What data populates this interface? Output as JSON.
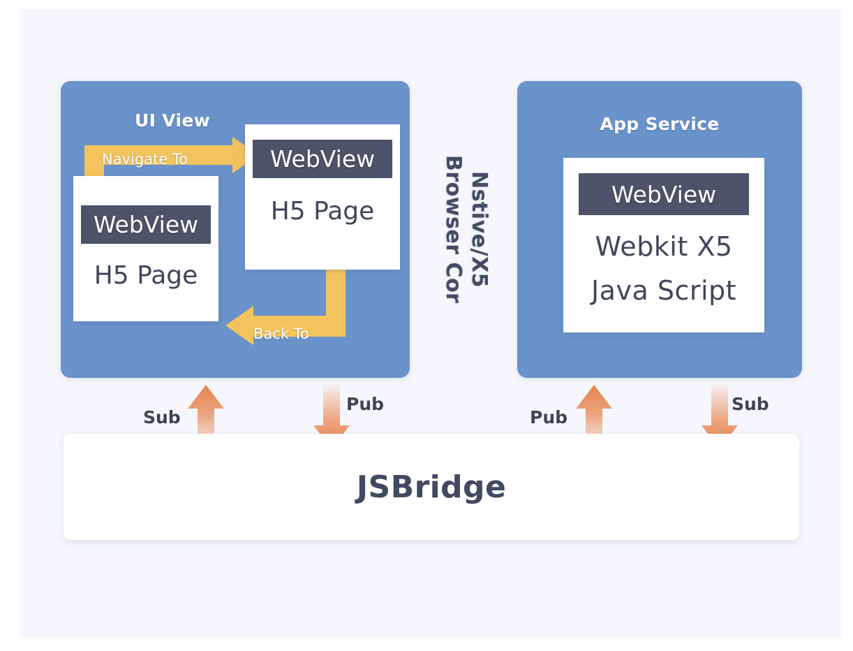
{
  "canvas": {
    "background": "#f6f7fc"
  },
  "colors": {
    "panel_blue": "#6a93cb",
    "webview_dark": "#4d5368",
    "arrow_yellow": "#f3c35e",
    "arrow_orange": "#e8834d",
    "text_slate": "#3f4659",
    "card_white": "#ffffff"
  },
  "ui_view_panel": {
    "title": "UI View",
    "navigate_label": "Navigate To",
    "back_label": "Back To",
    "card_left": {
      "webview_label": "WebView",
      "page_label": "H5 Page"
    },
    "card_right": {
      "webview_label": "WebView",
      "page_label": "H5 Page"
    }
  },
  "core_label": {
    "line_left": "Browser Cor",
    "line_right": "Nstive/X5"
  },
  "app_service_panel": {
    "title": "App Service",
    "card": {
      "webview_label": "WebView",
      "line_1": "Webkit  X5",
      "line_2": "Java Script"
    }
  },
  "bridge": {
    "label": "JSBridge"
  },
  "channels": [
    {
      "name": "sub-left",
      "label": "Sub",
      "direction": "up"
    },
    {
      "name": "pub-left",
      "label": "Pub",
      "direction": "down"
    },
    {
      "name": "pub-right",
      "label": "Pub",
      "direction": "up"
    },
    {
      "name": "sub-right",
      "label": "Sub",
      "direction": "down"
    }
  ]
}
